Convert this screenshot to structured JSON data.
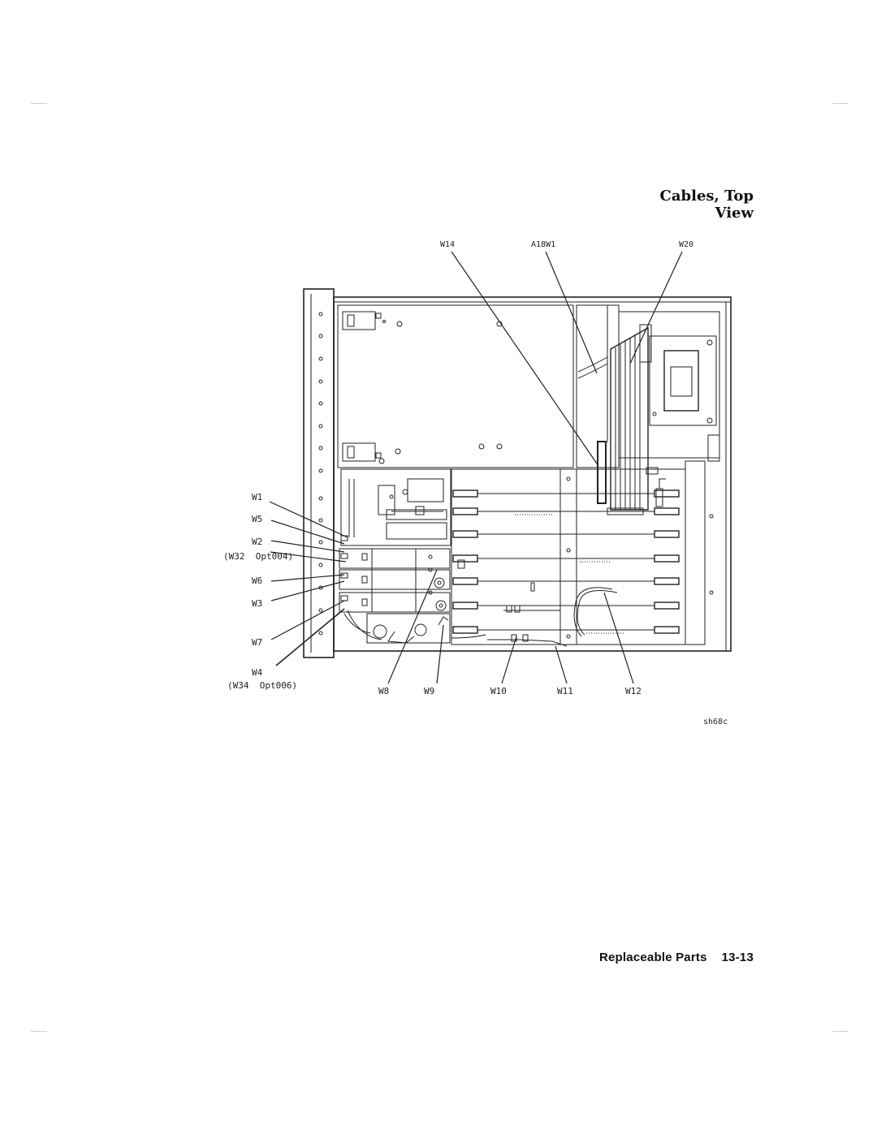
{
  "page": {
    "title": "Cables, Top View",
    "footer_section": "Replaceable Parts",
    "footer_page": "13-13"
  },
  "figure": {
    "id_tag": "sh68c",
    "labels_top": {
      "w14": "W14",
      "a18w1": "A18W1",
      "w20": "W20"
    },
    "labels_left": {
      "w1": "W1",
      "w5": "W5",
      "w2": "W2",
      "w32": "(W32  Opt004)",
      "w6": "W6",
      "w3": "W3",
      "w7": "W7",
      "w4": "W4",
      "w34": "(W34  Opt006)"
    },
    "labels_bottom": {
      "w8": "W8",
      "w9": "W9",
      "w10": "W10",
      "w11": "W11",
      "w12": "W12"
    }
  }
}
